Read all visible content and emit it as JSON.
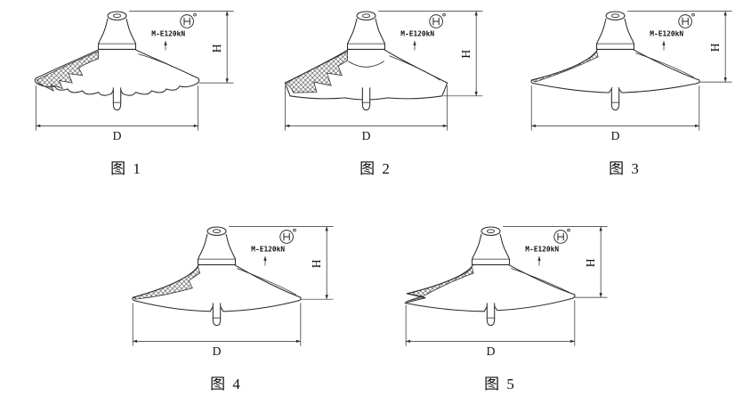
{
  "colors": {
    "line": "#2a2a2a",
    "background": "#ffffff"
  },
  "icons": {
    "logo": "circled-manufacturer-mark",
    "arrows": "dimension-arrowheads"
  },
  "figures": [
    {
      "caption": "图 1",
      "rating": "M-E120kN",
      "dim_d": "D",
      "dim_h": "H"
    },
    {
      "caption": "图 2",
      "rating": "M-E120kN",
      "dim_d": "D",
      "dim_h": "H"
    },
    {
      "caption": "图 3",
      "rating": "M-E120kN",
      "dim_d": "D",
      "dim_h": "H"
    },
    {
      "caption": "图 4",
      "rating": "M-E120kN",
      "dim_d": "D",
      "dim_h": "H"
    },
    {
      "caption": "图 5",
      "rating": "M-E120kN",
      "dim_d": "D",
      "dim_h": "H"
    }
  ]
}
